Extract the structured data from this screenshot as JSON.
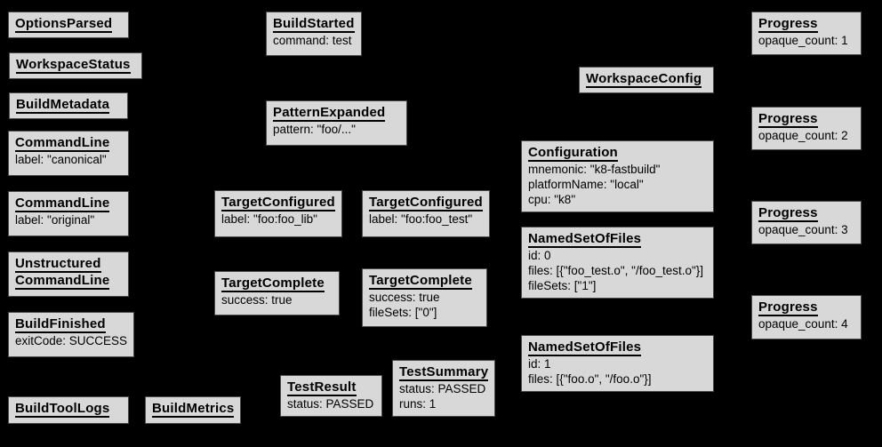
{
  "diagram": {
    "kind": "build-event-graph",
    "colors": {
      "background": "#000000",
      "node_fill": "#d8d8d8",
      "node_border": "#4a4a4a",
      "node_text": "#000000",
      "title_underline": "#000000"
    }
  },
  "boxes": [
    {
      "title": "OptionsParsed",
      "lines": []
    },
    {
      "title": "WorkspaceStatus",
      "lines": []
    },
    {
      "title": "BuildMetadata",
      "lines": []
    },
    {
      "title": "CommandLine",
      "lines": [
        "label: \"canonical\""
      ]
    },
    {
      "title": "CommandLine",
      "lines": [
        "label: \"original\""
      ]
    },
    {
      "title": "Unstructured",
      "title2": "CommandLine",
      "lines": []
    },
    {
      "title": "BuildFinished",
      "lines": [
        "exitCode: SUCCESS"
      ]
    },
    {
      "title": "BuildToolLogs",
      "lines": []
    },
    {
      "title": "BuildMetrics",
      "lines": []
    },
    {
      "title": "BuildStarted",
      "lines": [
        "command: test"
      ]
    },
    {
      "title": "PatternExpanded",
      "lines": [
        "pattern: \"foo/...\""
      ]
    },
    {
      "title": "TargetConfigured",
      "lines": [
        "label: \"foo:foo_lib\""
      ]
    },
    {
      "title": "TargetConfigured",
      "lines": [
        "label: \"foo:foo_test\""
      ]
    },
    {
      "title": "TargetComplete",
      "lines": [
        "success: true"
      ]
    },
    {
      "title": "TargetComplete",
      "lines": [
        "success: true",
        "fileSets: [\"0\"]"
      ]
    },
    {
      "title": "TestResult",
      "lines": [
        "status: PASSED"
      ]
    },
    {
      "title": "TestSummary",
      "lines": [
        "status: PASSED",
        "runs: 1"
      ]
    },
    {
      "title": "WorkspaceConfig",
      "lines": []
    },
    {
      "title": "Configuration",
      "lines": [
        "mnemonic: \"k8-fastbuild\"",
        "platformName: \"local\"",
        "cpu: \"k8\""
      ]
    },
    {
      "title": "NamedSetOfFiles",
      "lines": [
        "id: 0",
        "files: [{\"foo_test.o\", \"/foo_test.o\"}]",
        "fileSets: [\"1\"]"
      ]
    },
    {
      "title": "NamedSetOfFiles",
      "lines": [
        "id: 1",
        "files: [{\"foo.o\", \"/foo.o\"}]"
      ]
    },
    {
      "title": "Progress",
      "lines": [
        "opaque_count: 1"
      ]
    },
    {
      "title": "Progress",
      "lines": [
        "opaque_count: 2"
      ]
    },
    {
      "title": "Progress",
      "lines": [
        "opaque_count: 3"
      ]
    },
    {
      "title": "Progress",
      "lines": [
        "opaque_count: 4"
      ]
    }
  ]
}
